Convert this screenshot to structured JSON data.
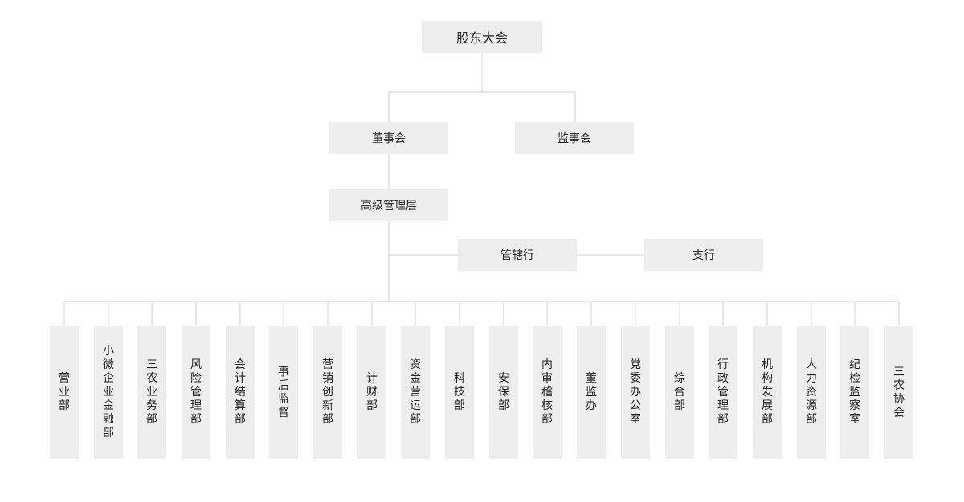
{
  "top": {
    "shareholders": "股东大会"
  },
  "boards": {
    "directors": "董事会",
    "supervisors": "监事会"
  },
  "management": "高级管理层",
  "branches": {
    "managing_branch": "管辖行",
    "sub_branch": "支行"
  },
  "departments": [
    "营业部",
    "小微企业金融部",
    "三农业务部",
    "风险管理部",
    "会计结算部",
    "事后监督",
    "营销创新部",
    "计财部",
    "资金营运部",
    "科技部",
    "安保部",
    "内审稽核部",
    "董监办",
    "党委办公室",
    "综合部",
    "行政管理部",
    "机构发展部",
    "人力资源部",
    "纪检监察室",
    "三农协会"
  ]
}
